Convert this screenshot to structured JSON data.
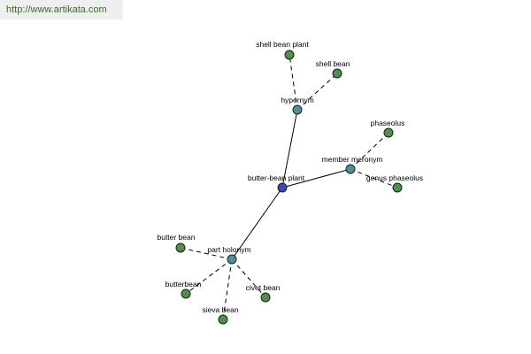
{
  "source_link": {
    "text": "http://www.artikata.com"
  },
  "colors": {
    "root": "#3b4aa6",
    "relation": "#4e8f98",
    "leaf": "#4e8f4a",
    "edge": "#000000"
  },
  "graph": {
    "root": {
      "id": "butter-bean-plant",
      "label": "butter-bean plant"
    },
    "relations": [
      {
        "id": "hypernym",
        "label": "hypernym"
      },
      {
        "id": "member-meronym",
        "label": "member meronym"
      },
      {
        "id": "part-holonym",
        "label": "part holonym"
      }
    ],
    "leaves": [
      {
        "id": "shell-bean-plant",
        "label": "shell bean plant",
        "parent": "hypernym"
      },
      {
        "id": "shell-bean",
        "label": "shell bean",
        "parent": "hypernym"
      },
      {
        "id": "phaseolus",
        "label": "phaseolus",
        "parent": "member-meronym"
      },
      {
        "id": "genus-phaseolus",
        "label": "genus phaseolus",
        "parent": "member-meronym"
      },
      {
        "id": "butter-bean",
        "label": "butter bean",
        "parent": "part-holonym"
      },
      {
        "id": "butterbean",
        "label": "butterbean",
        "parent": "part-holonym"
      },
      {
        "id": "sieva-bean",
        "label": "sieva bean",
        "parent": "part-holonym"
      },
      {
        "id": "civet-bean",
        "label": "civet bean",
        "parent": "part-holonym"
      }
    ]
  }
}
